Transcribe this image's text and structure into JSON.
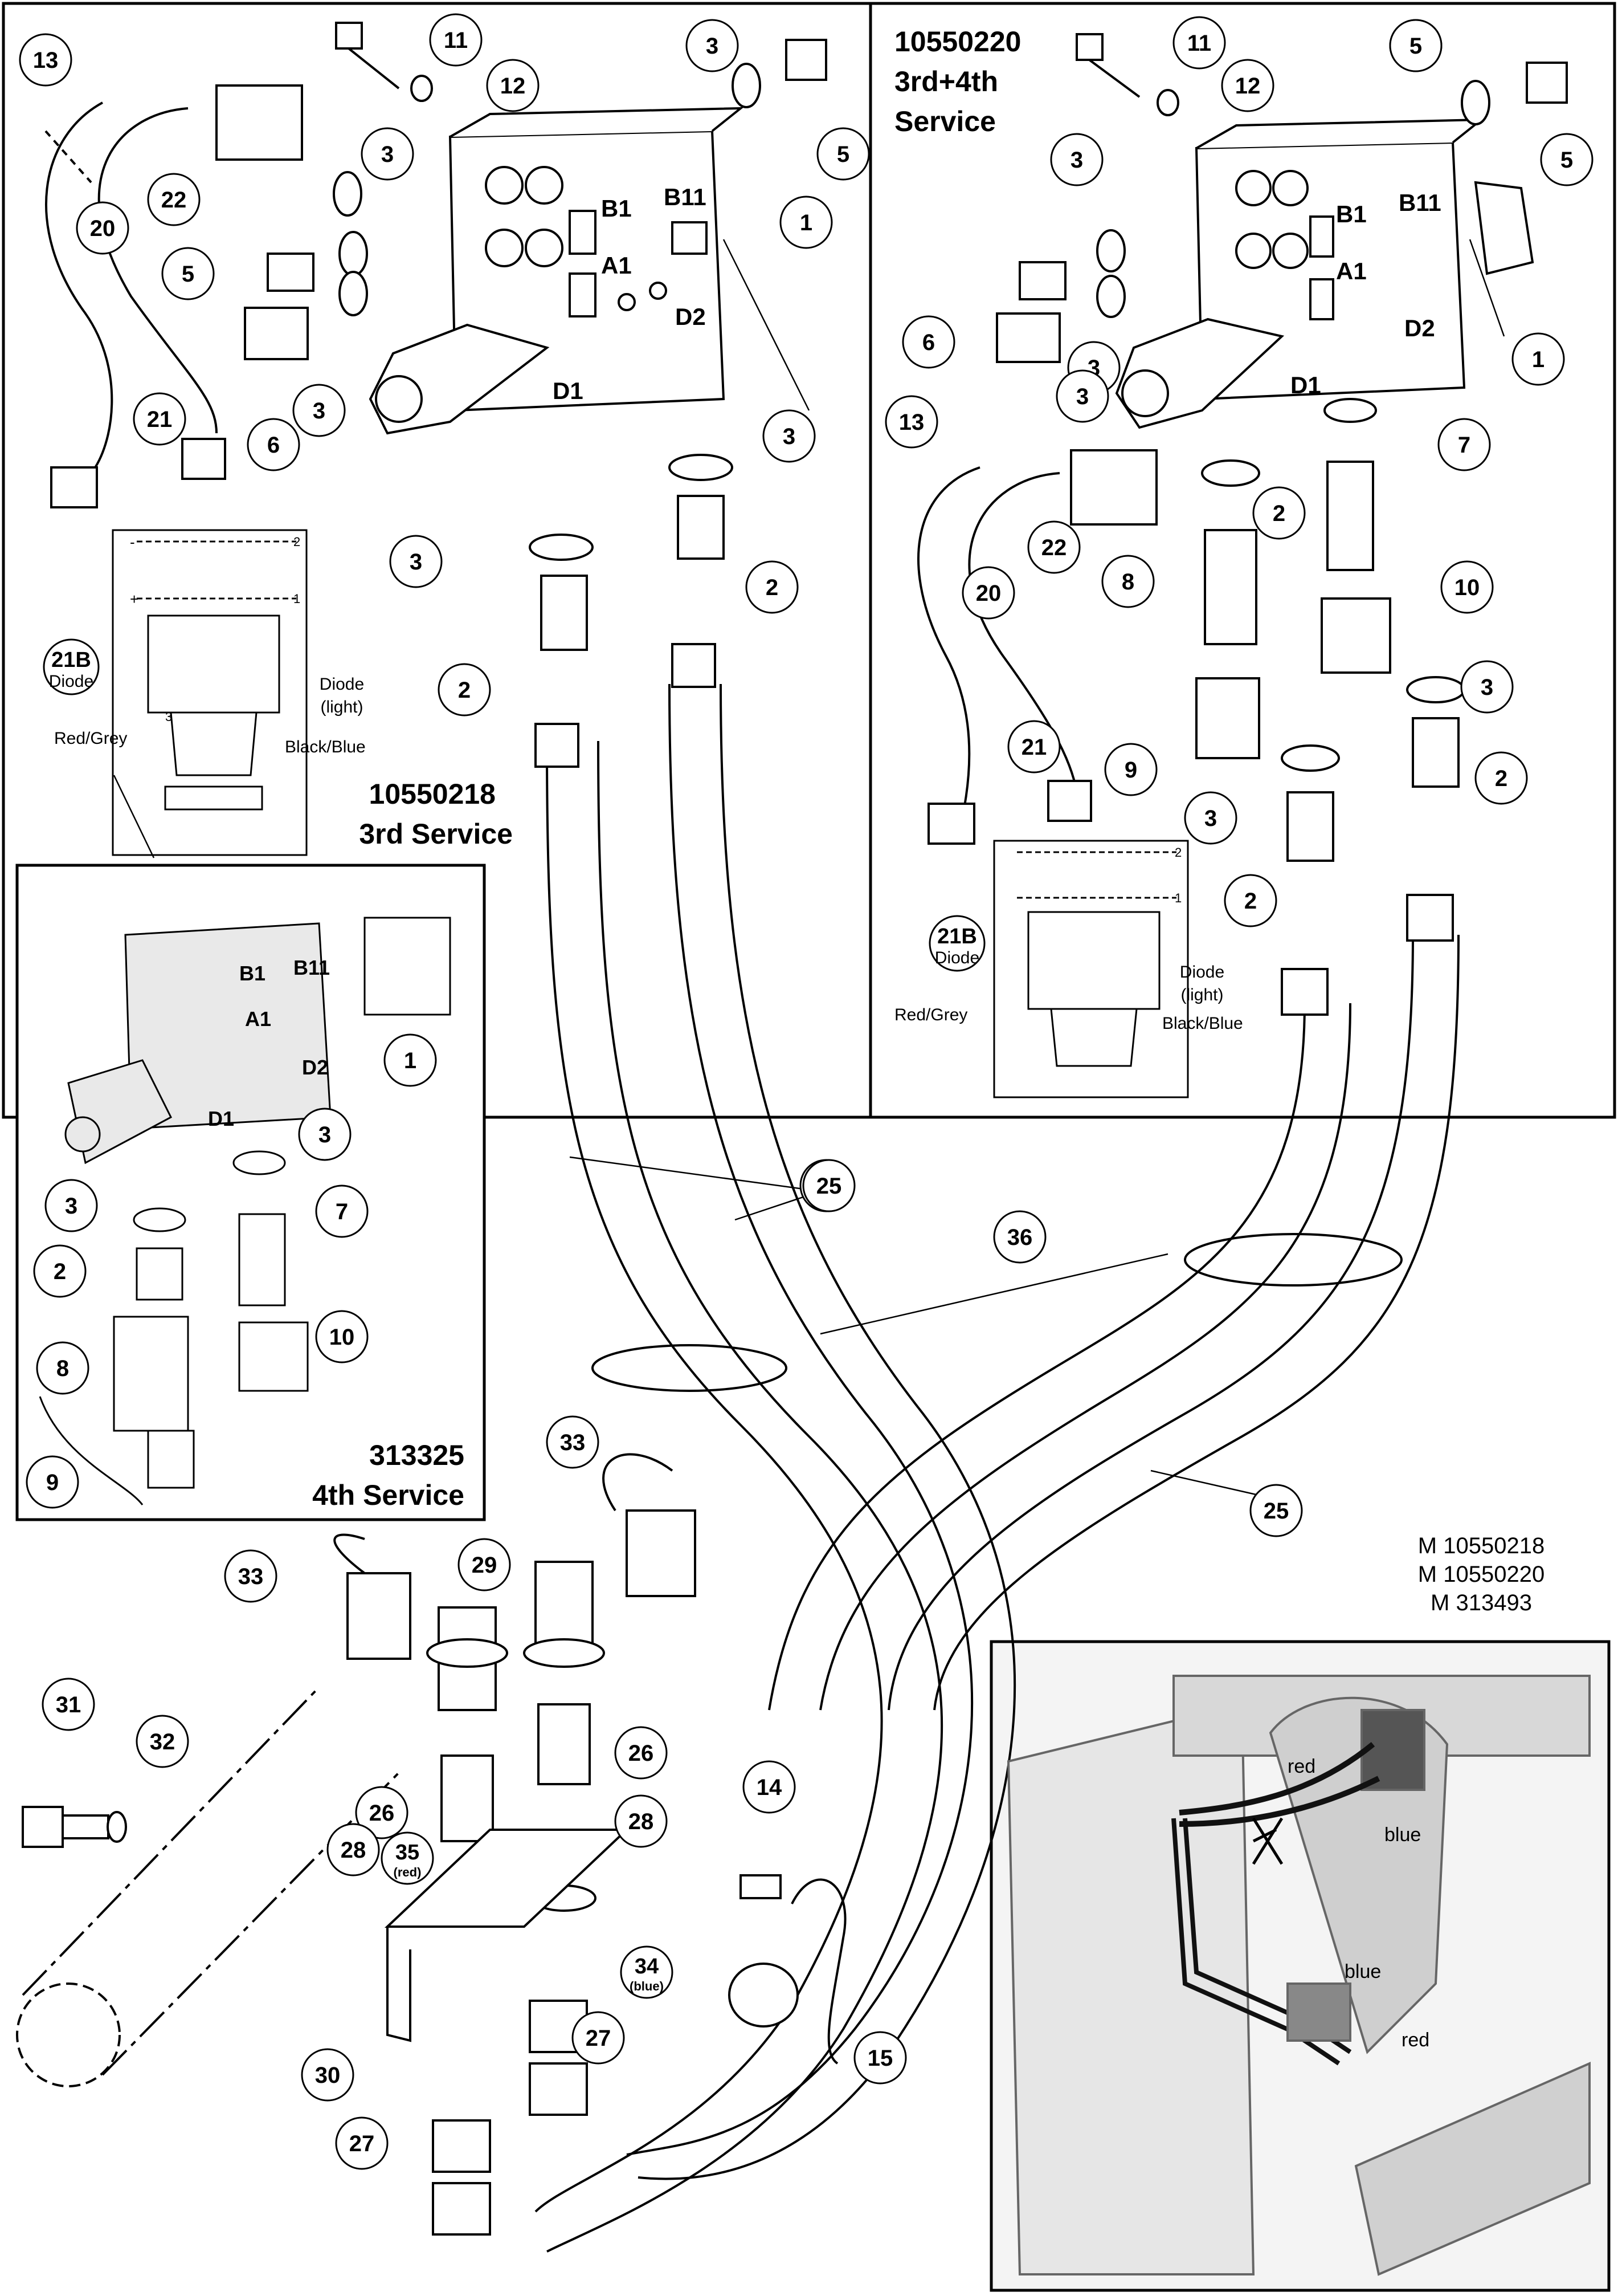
{
  "panels": {
    "third_service": {
      "part_no": "10550218",
      "name": "3rd Service"
    },
    "fourth_service": {
      "part_no": "313325",
      "name": "4th Service"
    },
    "third_fourth_service": {
      "part_no": "10550220",
      "name_line1": "3rd+4th",
      "name_line2": "Service"
    }
  },
  "valve_port_labels": [
    "B1",
    "B11",
    "A1",
    "D1",
    "D2"
  ],
  "diode_detail": {
    "code": "21B",
    "diode": "Diode",
    "diode_light_line1": "Diode",
    "diode_light_line2": "(light)",
    "red_grey": "Red/Grey",
    "black_blue": "Black/Blue",
    "terminal_plus": "+",
    "terminal_minus": "-",
    "terminal_1": "1",
    "terminal_2": "2",
    "terminal_3": "3"
  },
  "photo_inset_labels": [
    "red",
    "blue",
    "blue",
    "red"
  ],
  "plate_callouts": {
    "c35": "35",
    "c35_note": "(red)",
    "c34": "34",
    "c34_note": "(blue)"
  },
  "drawing_refs": [
    "M 10550218",
    "M 10550220",
    "M 313493"
  ],
  "callouts_main": [
    "1",
    "2",
    "2",
    "3",
    "3",
    "3",
    "3",
    "3",
    "5",
    "5",
    "6",
    "11",
    "12",
    "13",
    "20",
    "21",
    "22",
    "25",
    "25",
    "25",
    "36"
  ],
  "callouts_right": [
    "1",
    "2",
    "2",
    "2",
    "3",
    "3",
    "3",
    "3",
    "3",
    "3",
    "5",
    "5",
    "6",
    "7",
    "8",
    "9",
    "10",
    "11",
    "12",
    "13",
    "20",
    "21",
    "22"
  ],
  "callouts_4th": [
    "1",
    "2",
    "3",
    "3",
    "7",
    "8",
    "9",
    "10"
  ],
  "callouts_lower": [
    "14",
    "15",
    "26",
    "26",
    "27",
    "27",
    "28",
    "28",
    "29",
    "30",
    "31",
    "32",
    "33",
    "33"
  ]
}
